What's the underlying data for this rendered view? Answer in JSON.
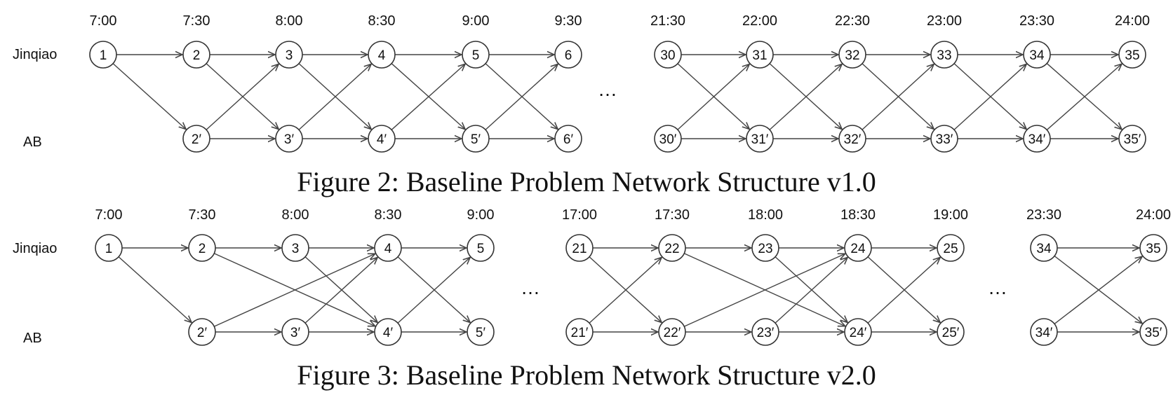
{
  "figures": [
    {
      "caption": "Figure 2: Baseline Problem Network Structure v1.0",
      "row_labels": [
        "Jinqiao",
        "AB"
      ],
      "ellipsis": "…",
      "columns": [
        {
          "time": "7:00",
          "top": "1",
          "bottom": null
        },
        {
          "time": "7:30",
          "top": "2",
          "bottom": "2′"
        },
        {
          "time": "8:00",
          "top": "3",
          "bottom": "3′"
        },
        {
          "time": "8:30",
          "top": "4",
          "bottom": "4′"
        },
        {
          "time": "9:00",
          "top": "5",
          "bottom": "5′"
        },
        {
          "time": "9:30",
          "top": "6",
          "bottom": "6′"
        },
        {
          "time": "21:30",
          "top": "30",
          "bottom": "30′"
        },
        {
          "time": "22:00",
          "top": "31",
          "bottom": "31′"
        },
        {
          "time": "22:30",
          "top": "32",
          "bottom": "32′"
        },
        {
          "time": "23:00",
          "top": "33",
          "bottom": "33′"
        },
        {
          "time": "23:30",
          "top": "34",
          "bottom": "34′"
        },
        {
          "time": "24:00",
          "top": "35",
          "bottom": "35′"
        }
      ],
      "edges": [
        [
          "1",
          "2"
        ],
        [
          "1",
          "2′"
        ],
        [
          "2",
          "3"
        ],
        [
          "2",
          "3′"
        ],
        [
          "2′",
          "3"
        ],
        [
          "2′",
          "3′"
        ],
        [
          "3",
          "4"
        ],
        [
          "3",
          "4′"
        ],
        [
          "3′",
          "4"
        ],
        [
          "3′",
          "4′"
        ],
        [
          "4",
          "5"
        ],
        [
          "4",
          "5′"
        ],
        [
          "4′",
          "5"
        ],
        [
          "4′",
          "5′"
        ],
        [
          "5",
          "6"
        ],
        [
          "5",
          "6′"
        ],
        [
          "5′",
          "6"
        ],
        [
          "5′",
          "6′"
        ],
        [
          "30",
          "31"
        ],
        [
          "30",
          "31′"
        ],
        [
          "30′",
          "31"
        ],
        [
          "30′",
          "31′"
        ],
        [
          "31",
          "32"
        ],
        [
          "31",
          "32′"
        ],
        [
          "31′",
          "32"
        ],
        [
          "31′",
          "32′"
        ],
        [
          "32",
          "33"
        ],
        [
          "32",
          "33′"
        ],
        [
          "32′",
          "33"
        ],
        [
          "32′",
          "33′"
        ],
        [
          "33",
          "34"
        ],
        [
          "33",
          "34′"
        ],
        [
          "33′",
          "34"
        ],
        [
          "33′",
          "34′"
        ],
        [
          "34",
          "35"
        ],
        [
          "34",
          "35′"
        ],
        [
          "34′",
          "35"
        ],
        [
          "34′",
          "35′"
        ]
      ]
    },
    {
      "caption": "Figure 3: Baseline Problem Network Structure v2.0",
      "row_labels": [
        "Jinqiao",
        "AB"
      ],
      "ellipsis": "…",
      "columns": [
        {
          "time": "7:00",
          "top": "1",
          "bottom": null
        },
        {
          "time": "7:30",
          "top": "2",
          "bottom": "2′"
        },
        {
          "time": "8:00",
          "top": "3",
          "bottom": "3′"
        },
        {
          "time": "8:30",
          "top": "4",
          "bottom": "4′"
        },
        {
          "time": "9:00",
          "top": "5",
          "bottom": "5′"
        },
        {
          "time": "17:00",
          "top": "21",
          "bottom": "21′"
        },
        {
          "time": "17:30",
          "top": "22",
          "bottom": "22′"
        },
        {
          "time": "18:00",
          "top": "23",
          "bottom": "23′"
        },
        {
          "time": "18:30",
          "top": "24",
          "bottom": "24′"
        },
        {
          "time": "19:00",
          "top": "25",
          "bottom": "25′"
        },
        {
          "time": "23:30",
          "top": "34",
          "bottom": "34′"
        },
        {
          "time": "24:00",
          "top": "35",
          "bottom": "35′"
        }
      ],
      "edges": [
        [
          "1",
          "2"
        ],
        [
          "1",
          "2′"
        ],
        [
          "2",
          "3"
        ],
        [
          "2",
          "4′"
        ],
        [
          "2′",
          "3′"
        ],
        [
          "2′",
          "4"
        ],
        [
          "3",
          "4"
        ],
        [
          "3",
          "4′"
        ],
        [
          "3′",
          "4"
        ],
        [
          "3′",
          "4′"
        ],
        [
          "4",
          "5"
        ],
        [
          "4",
          "5′"
        ],
        [
          "4′",
          "5"
        ],
        [
          "4′",
          "5′"
        ],
        [
          "21",
          "22"
        ],
        [
          "21",
          "22′"
        ],
        [
          "21′",
          "22"
        ],
        [
          "21′",
          "22′"
        ],
        [
          "22",
          "23"
        ],
        [
          "22",
          "24′"
        ],
        [
          "22′",
          "23′"
        ],
        [
          "22′",
          "24"
        ],
        [
          "23",
          "24"
        ],
        [
          "23",
          "24′"
        ],
        [
          "23′",
          "24"
        ],
        [
          "23′",
          "24′"
        ],
        [
          "24",
          "25"
        ],
        [
          "24",
          "25′"
        ],
        [
          "24′",
          "25"
        ],
        [
          "24′",
          "25′"
        ],
        [
          "34",
          "35"
        ],
        [
          "34",
          "35′"
        ],
        [
          "34′",
          "35"
        ],
        [
          "34′",
          "35′"
        ]
      ]
    }
  ]
}
